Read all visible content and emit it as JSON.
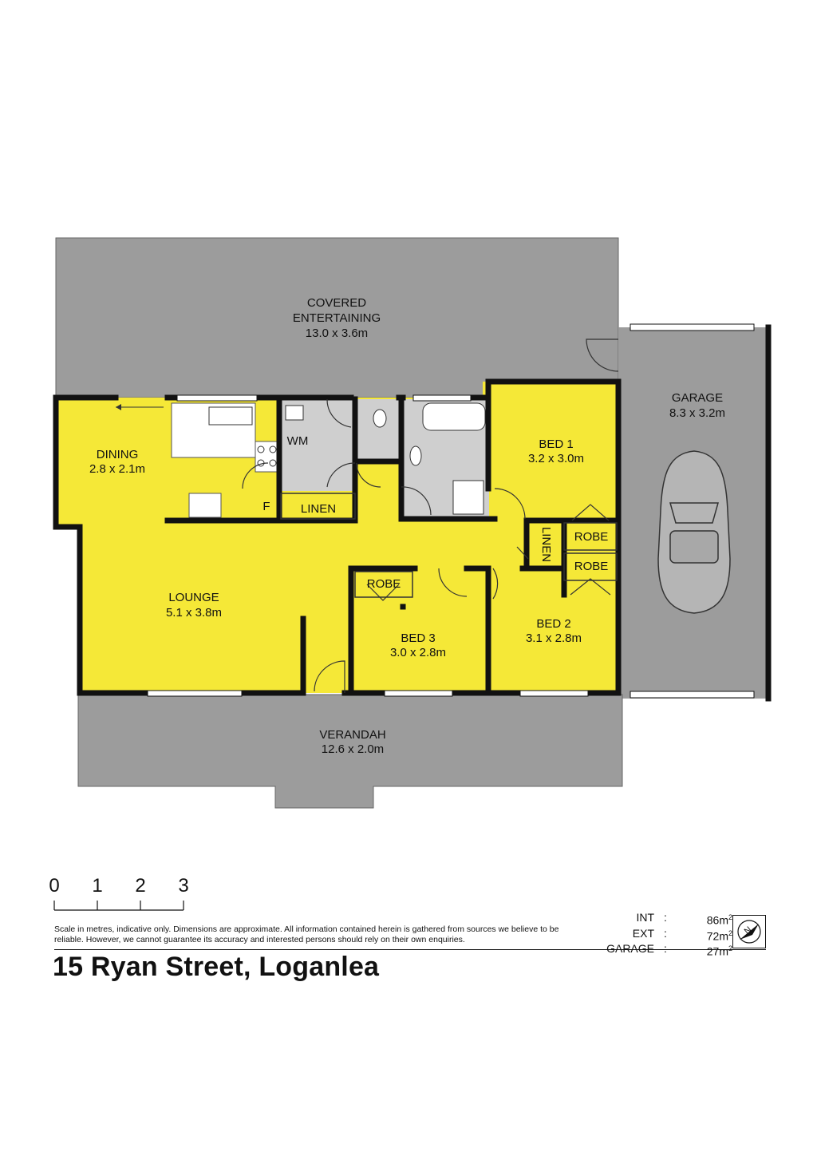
{
  "rooms": {
    "covered_entertaining": {
      "name_line1": "COVERED",
      "name_line2": "ENTERTAINING",
      "dims": "13.0 x 3.6m"
    },
    "garage": {
      "name": "GARAGE",
      "dims": "8.3 x 3.2m"
    },
    "dining": {
      "name": "DINING",
      "dims": "2.8 x 2.1m"
    },
    "bed1": {
      "name": "BED 1",
      "dims": "3.2 x 3.0m"
    },
    "lounge": {
      "name": "LOUNGE",
      "dims": "5.1 x 3.8m"
    },
    "bed3": {
      "name": "BED 3",
      "dims": "3.0 x 2.8m"
    },
    "bed2": {
      "name": "BED 2",
      "dims": "3.1 x 2.8m"
    },
    "verandah": {
      "name": "VERANDAH",
      "dims": "12.6 x 2.0m"
    }
  },
  "labels": {
    "wm": "WM",
    "fridge": "F",
    "linen_hall": "LINEN",
    "linen_vertical": "LINEN",
    "robe_bed3": "ROBE",
    "robe_bed1": "ROBE",
    "robe_bed2": "ROBE"
  },
  "scale": {
    "ticks": [
      "0",
      "1",
      "2",
      "3"
    ]
  },
  "disclaimer": "Scale in metres, indicative only. Dimensions are approximate. All information contained herein is gathered from sources we believe to be reliable. However, we cannot guarantee its accuracy and interested persons should rely on their own enquiries.",
  "areas": [
    {
      "key": "INT",
      "sep": ":",
      "value": "86",
      "unit": "m",
      "power": "2"
    },
    {
      "key": "EXT",
      "sep": ":",
      "value": "72",
      "unit": "m",
      "power": "2"
    },
    {
      "key": "GARAGE",
      "sep": ":",
      "value": "27",
      "unit": "m",
      "power": "2"
    }
  ],
  "address": "15 Ryan Street, Loganlea",
  "compass_letter": "N",
  "colors": {
    "interior": "#f5e837",
    "exterior": "#9c9c9c",
    "wet": "#cfcfcf",
    "wall": "#111111"
  }
}
